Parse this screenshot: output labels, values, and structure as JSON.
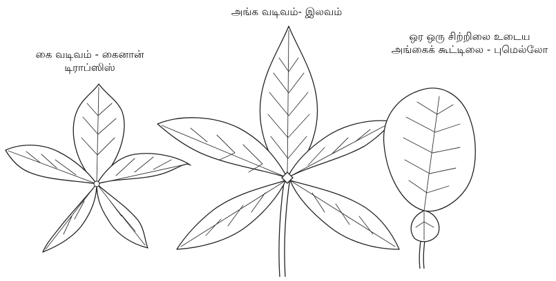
{
  "figures": [
    {
      "id": "palmate",
      "caption_lines": [
        "கை வடிவம் - கைனான்",
        "டிராப்ஸிஸ்"
      ]
    },
    {
      "id": "trifoliate",
      "caption_lines": [
        "அங்க வடிவம்- இலவம்"
      ]
    },
    {
      "id": "unifoliate",
      "caption_lines": [
        "ஒர ஒரு சிற்றிலை உடைய",
        "அங்கைக் கூட்டிலை - புமெல்லோ"
      ]
    }
  ]
}
